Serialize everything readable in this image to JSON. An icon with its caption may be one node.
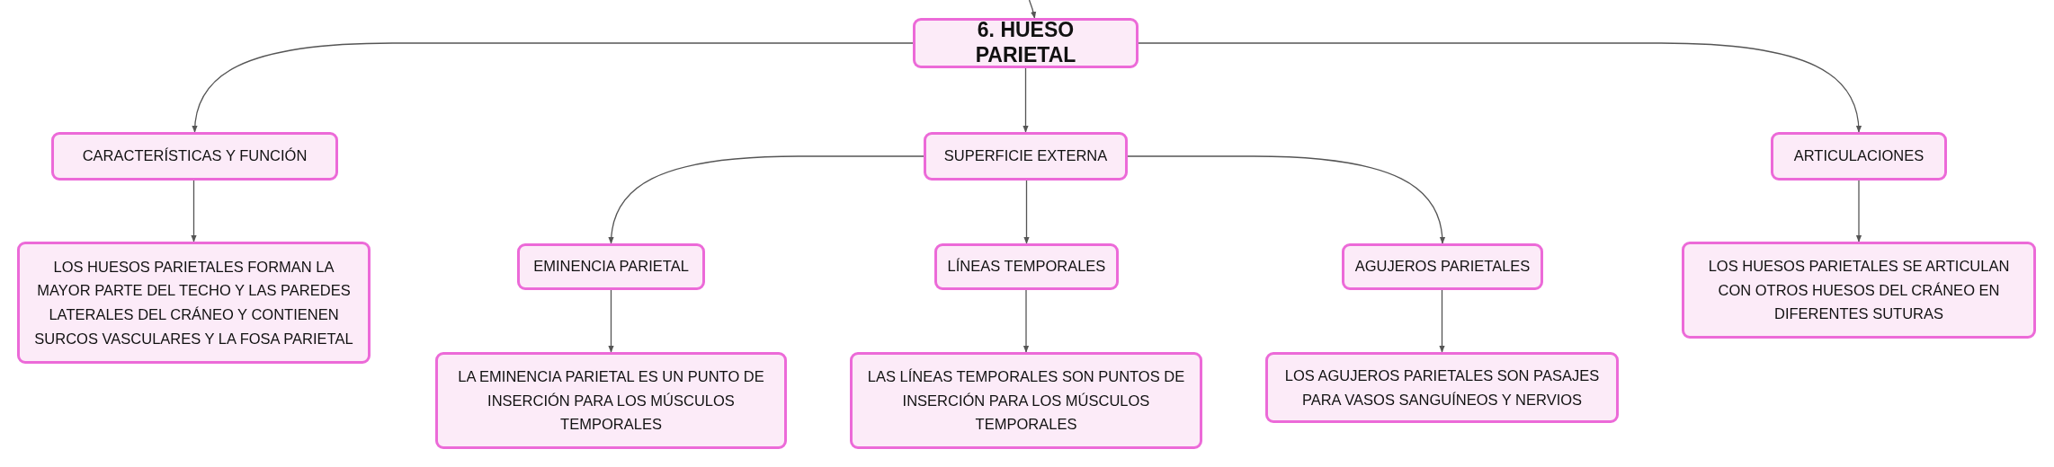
{
  "diagram": {
    "nodes": [
      {
        "text": [
          "6. HUESO PARIETAL"
        ]
      },
      {
        "text": [
          "CARACTERÍSTICAS Y FUNCIÓN"
        ]
      },
      {
        "text": [
          "SUPERFICIE EXTERNA"
        ]
      },
      {
        "text": [
          "ARTICULACIONES"
        ]
      },
      {
        "text": [
          "LOS HUESOS PARIETALES FORMAN LA MAYOR PARTE DEL TECHO Y LAS PAREDES LATERALES DEL CRÁNEO Y CONTIENEN SURCOS VASCULARES Y LA FOSA PARIETAL"
        ]
      },
      {
        "text": [
          "EMINENCIA PARIETAL"
        ]
      },
      {
        "text": [
          "LÍNEAS TEMPORALES"
        ]
      },
      {
        "text": [
          "AGUJEROS PARIETALES"
        ]
      },
      {
        "text": [
          "LOS HUESOS PARIETALES SE ARTICULAN CON OTROS HUESOS DEL CRÁNEO EN DIFERENTES SUTURAS"
        ]
      },
      {
        "text": [
          "LA EMINENCIA PARIETAL ES UN PUNTO DE INSERCIÓN PARA LOS MÚSCULOS TEMPORALES"
        ]
      },
      {
        "text": [
          "LAS LÍNEAS TEMPORALES SON PUNTOS DE INSERCIÓN PARA LOS MÚSCULOS TEMPORALES"
        ]
      },
      {
        "text": [
          "LOS AGUJEROS PARIETALES SON PASAJES PARA VASOS SANGUÍNEOS Y NERVIOS"
        ]
      }
    ],
    "edges": [
      {
        "from": null,
        "to": 0,
        "arrow": "to"
      },
      {
        "from": 0,
        "to": 1,
        "arrow": "to"
      },
      {
        "from": 0,
        "to": 2,
        "arrow": "to"
      },
      {
        "from": 0,
        "to": 3,
        "arrow": "to"
      },
      {
        "from": 1,
        "to": 4,
        "arrow": "to"
      },
      {
        "from": 2,
        "to": 5,
        "arrow": "to"
      },
      {
        "from": 2,
        "to": 6,
        "arrow": "to"
      },
      {
        "from": 2,
        "to": 7,
        "arrow": "to"
      },
      {
        "from": 3,
        "to": 8,
        "arrow": "to"
      },
      {
        "from": 5,
        "to": 9,
        "arrow": "to"
      },
      {
        "from": 6,
        "to": 10,
        "arrow": "to"
      },
      {
        "from": 7,
        "to": 11,
        "arrow": "to"
      }
    ]
  }
}
